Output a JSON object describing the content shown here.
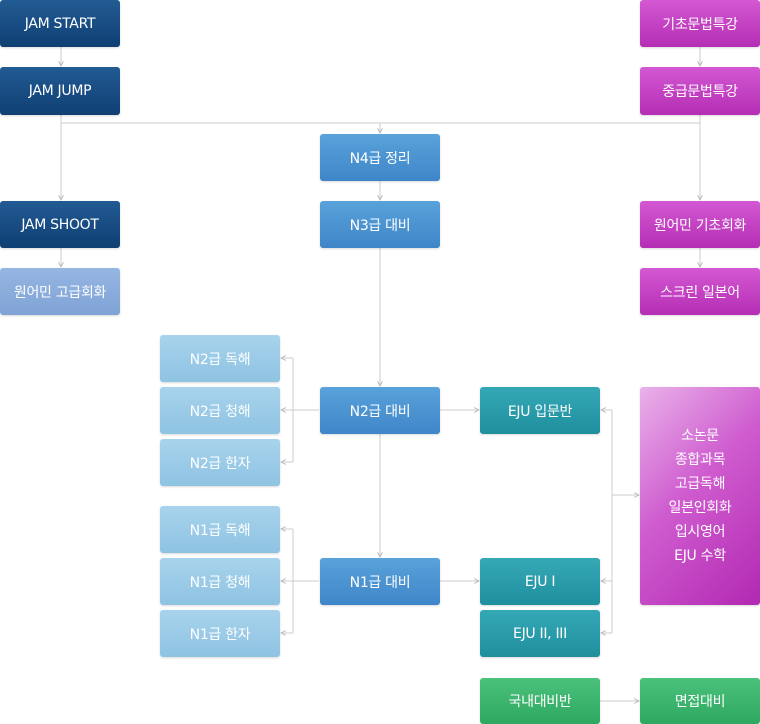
{
  "nodes": {
    "jam_start": "JAM START",
    "jam_jump": "JAM JUMP",
    "jam_shoot": "JAM SHOOT",
    "native_advanced": "원어민 고급회화",
    "basic_grammar": "기초문법특강",
    "mid_grammar": "중급문법특강",
    "native_basic": "원어민 기초회화",
    "screen_japanese": "스크린 일본어",
    "n4": "N4급 정리",
    "n3": "N3급 대비",
    "n2": "N2급 대비",
    "n1": "N1급 대비",
    "n2_reading": "N2급 독해",
    "n2_listening": "N2급 청해",
    "n2_kanji": "N2급 한자",
    "n1_reading": "N1급 독해",
    "n1_listening": "N1급 청해",
    "n1_kanji": "N1급 한자",
    "eju_intro": "EJU 입문반",
    "eju_1": "EJU I",
    "eju_23": "EJU II, III",
    "domestic": "국내대비반",
    "interview": "면접대비",
    "eju_subjects": [
      "소논문",
      "종합과목",
      "고급독해",
      "일본인회화",
      "입시영어",
      "EJU 수학"
    ]
  },
  "colors": {
    "navy": "#1a4f86",
    "lavender": "#8aaedd",
    "blue": "#4a92d0",
    "light_blue": "#99cbe7",
    "teal": "#2a9dab",
    "magenta": "#c442c3",
    "green": "#3bb46e",
    "connector": "#c8c8c8"
  }
}
